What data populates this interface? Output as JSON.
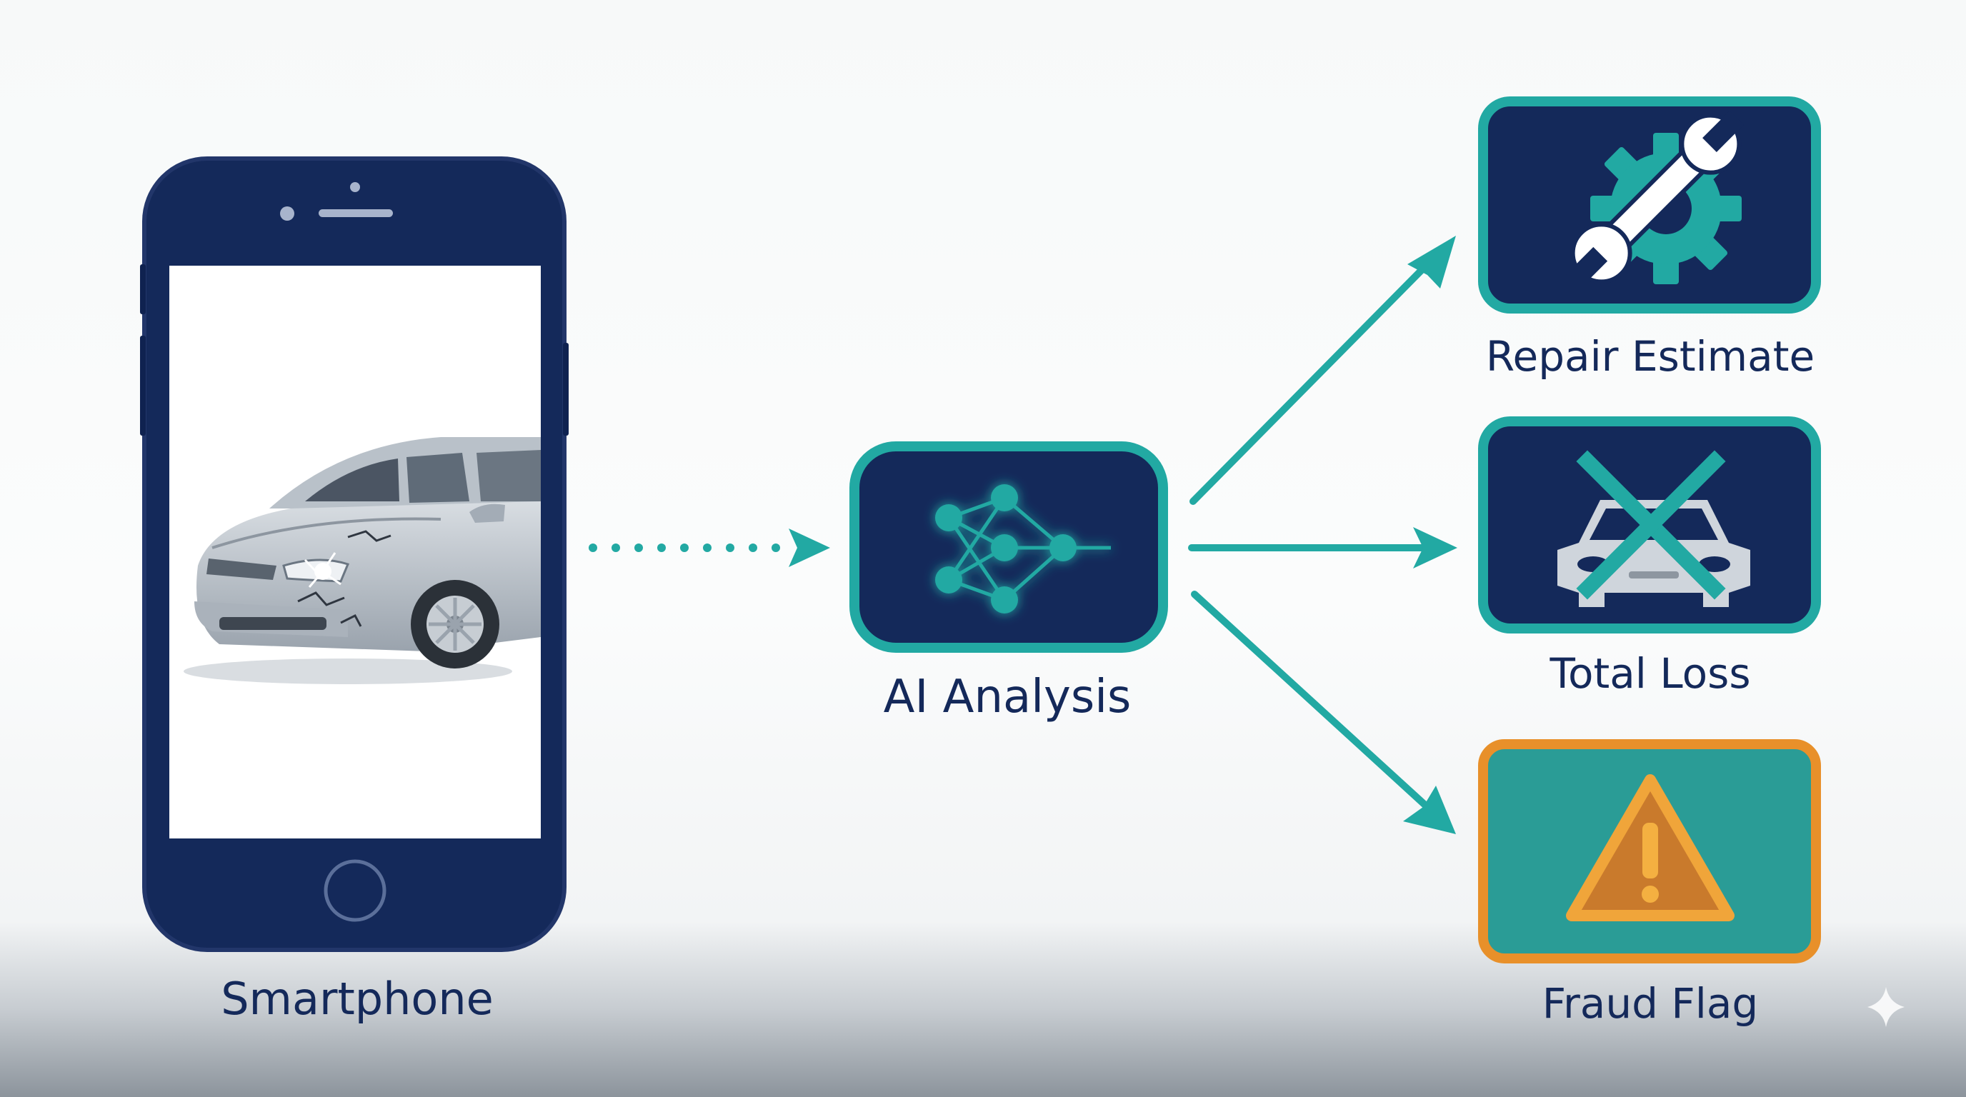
{
  "nodes": {
    "smartphone": {
      "label": "Smartphone",
      "icon": "smartphone-icon"
    },
    "ai_analysis": {
      "label": "AI Analysis",
      "icon": "neural-network-icon"
    },
    "repair_estimate": {
      "label": "Repair Estimate",
      "icon": "wrench-gear-icon"
    },
    "total_loss": {
      "label": "Total Loss",
      "icon": "crossed-car-icon"
    },
    "fraud_flag": {
      "label": "Fraud Flag",
      "icon": "warning-triangle-icon"
    }
  },
  "edges": [
    {
      "from": "smartphone",
      "to": "ai_analysis",
      "style": "dotted"
    },
    {
      "from": "ai_analysis",
      "to": "repair_estimate",
      "style": "solid"
    },
    {
      "from": "ai_analysis",
      "to": "total_loss",
      "style": "solid"
    },
    {
      "from": "ai_analysis",
      "to": "fraud_flag",
      "style": "solid"
    }
  ],
  "colors": {
    "navy": "#14295a",
    "teal": "#22a9a3",
    "fraud_fill": "#2a9c96",
    "amber": "#e8902a"
  }
}
